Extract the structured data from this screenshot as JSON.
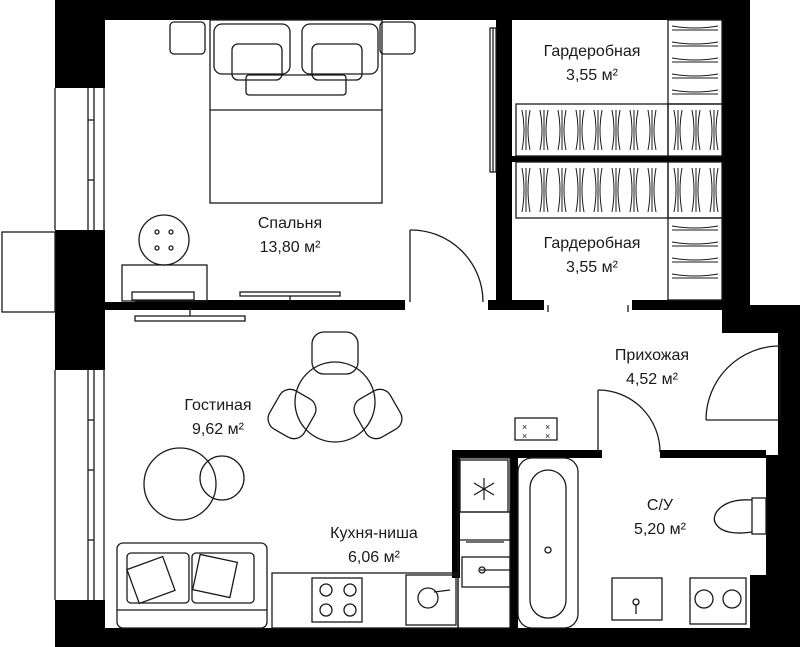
{
  "rooms": [
    {
      "id": "bedroom",
      "name": "Спальня",
      "area": "13,80 м²"
    },
    {
      "id": "wardrobe-1",
      "name": "Гардеробная",
      "area": "3,55 м²"
    },
    {
      "id": "wardrobe-2",
      "name": "Гардеробная",
      "area": "3,55 м²"
    },
    {
      "id": "hallway",
      "name": "Прихожая",
      "area": "4,52 м²"
    },
    {
      "id": "living",
      "name": "Гостиная",
      "area": "9,62 м²"
    },
    {
      "id": "kitchen",
      "name": "Кухня-ниша",
      "area": "6,06 м²"
    },
    {
      "id": "bathroom",
      "name": "С/У",
      "area": "5,20 м²"
    }
  ],
  "colors": {
    "wall": "#000000",
    "line": "#1a1a1a",
    "fill": "#ffffff"
  },
  "icons": [
    "freezer-snowflake-icon",
    "washing-machine-icon",
    "door-swing-icon"
  ]
}
